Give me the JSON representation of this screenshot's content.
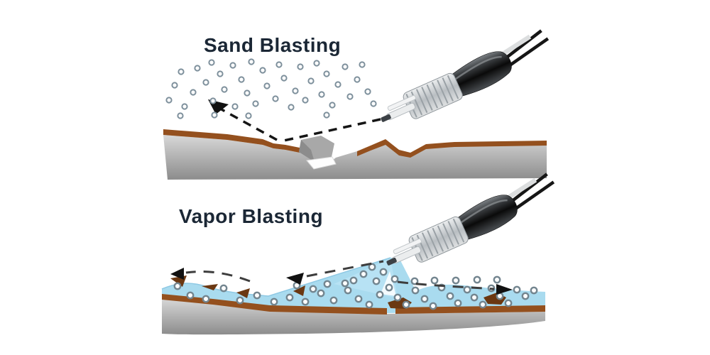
{
  "diagram_title": "Sand Blasting vs Vapor Blasting comparison",
  "colors": {
    "title_text": "#1b2735",
    "substrate_gray_light": "#d8d8d8",
    "substrate_gray_dark": "#8c8c8c",
    "coating_brown": "#94501e",
    "coating_brown_dark": "#6b3812",
    "water_blue": "#a9dbef",
    "spray_blue": "#c3e8f7",
    "particle_ring_top": "#7e909c",
    "particle_ring_bottom": "#73858f",
    "dash_black": "#151515",
    "dash_gray": "#3d3d3d",
    "arrow_black": "#111111",
    "chunk_gray": "#a8a8a8",
    "chunk_gray_dark": "#8c8c8c"
  },
  "panels": [
    {
      "id": "sand-blasting",
      "title": "Sand Blasting",
      "particles": [
        [
          238,
          141
        ],
        [
          246,
          120
        ],
        [
          255,
          101
        ],
        [
          260,
          150
        ],
        [
          272,
          130
        ],
        [
          278,
          96
        ],
        [
          290,
          116
        ],
        [
          298,
          88
        ],
        [
          300,
          142
        ],
        [
          310,
          104
        ],
        [
          316,
          126
        ],
        [
          328,
          92
        ],
        [
          331,
          150
        ],
        [
          340,
          112
        ],
        [
          348,
          131
        ],
        [
          354,
          87
        ],
        [
          360,
          146
        ],
        [
          370,
          99
        ],
        [
          376,
          121
        ],
        [
          388,
          139
        ],
        [
          393,
          91
        ],
        [
          400,
          110
        ],
        [
          410,
          151
        ],
        [
          416,
          128
        ],
        [
          423,
          94
        ],
        [
          430,
          141
        ],
        [
          438,
          114
        ],
        [
          446,
          89
        ],
        [
          453,
          133
        ],
        [
          460,
          104
        ],
        [
          468,
          148
        ],
        [
          476,
          119
        ],
        [
          486,
          94
        ],
        [
          493,
          136
        ],
        [
          503,
          112
        ],
        [
          510,
          91
        ],
        [
          518,
          129
        ],
        [
          526,
          146
        ],
        [
          460,
          162
        ],
        [
          350,
          163
        ],
        [
          302,
          162
        ],
        [
          254,
          163
        ]
      ]
    },
    {
      "id": "vapor-blasting",
      "title": "Vapor Blasting",
      "particles": [
        [
          250,
          403
        ],
        [
          268,
          416
        ],
        [
          290,
          421
        ],
        [
          315,
          406
        ],
        [
          338,
          423
        ],
        [
          362,
          416
        ],
        [
          386,
          425
        ],
        [
          408,
          419
        ],
        [
          430,
          425
        ],
        [
          452,
          413
        ],
        [
          470,
          423
        ],
        [
          490,
          409
        ],
        [
          505,
          421
        ],
        [
          520,
          429
        ],
        [
          535,
          415
        ],
        [
          548,
          405
        ],
        [
          560,
          419
        ],
        [
          572,
          429
        ],
        [
          585,
          409
        ],
        [
          598,
          421
        ],
        [
          610,
          431
        ],
        [
          622,
          405
        ],
        [
          634,
          417
        ],
        [
          645,
          427
        ],
        [
          658,
          408
        ],
        [
          668,
          419
        ],
        [
          680,
          429
        ],
        [
          692,
          406
        ],
        [
          704,
          417
        ],
        [
          716,
          427
        ],
        [
          728,
          408
        ],
        [
          740,
          417
        ],
        [
          752,
          409
        ],
        [
          700,
          394
        ],
        [
          672,
          394
        ],
        [
          642,
          395
        ],
        [
          612,
          395
        ],
        [
          584,
          396
        ],
        [
          556,
          393
        ],
        [
          530,
          396
        ],
        [
          512,
          386
        ],
        [
          524,
          376
        ],
        [
          540,
          383
        ],
        [
          498,
          395
        ],
        [
          486,
          399
        ],
        [
          461,
          400
        ],
        [
          441,
          407
        ],
        [
          418,
          402
        ]
      ],
      "debris": [
        "240,392 263,388 257,404",
        "284,403 307,400 301,409",
        "333,412 352,406 348,420",
        "413,410 430,402 427,417",
        "546,426 568,419 580,426 571,435 550,434",
        "681,419 700,412 713,419 706,429 687,428"
      ]
    }
  ]
}
